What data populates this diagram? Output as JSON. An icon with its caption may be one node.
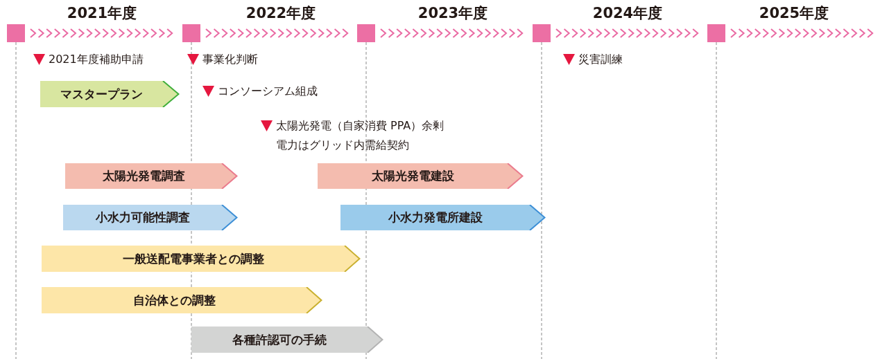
{
  "diagram": {
    "nodes": [
      {
        "text": [
          "マスタープラン"
        ]
      },
      {
        "text": [
          "太陽光発電調査"
        ]
      },
      {
        "text": [
          "太陽光発電建設"
        ]
      },
      {
        "text": [
          "小水力可能性調査"
        ]
      },
      {
        "text": [
          "小水力発電所建設"
        ]
      },
      {
        "text": [
          "一般送配電事業者との調整"
        ]
      },
      {
        "text": [
          "自治体との調整"
        ]
      },
      {
        "text": [
          "各種許認可の手続"
        ]
      }
    ],
    "labels": [
      "2021年度",
      "2022年度",
      "2023年度",
      "2024年度",
      "2025年度",
      "2021年度補助申請",
      "事業化判断",
      "災害訓練",
      "コンソーシアム組成",
      "太陽光発電（自家消費 PPA）余剰電力はグリッド内需給契約"
    ]
  }
}
